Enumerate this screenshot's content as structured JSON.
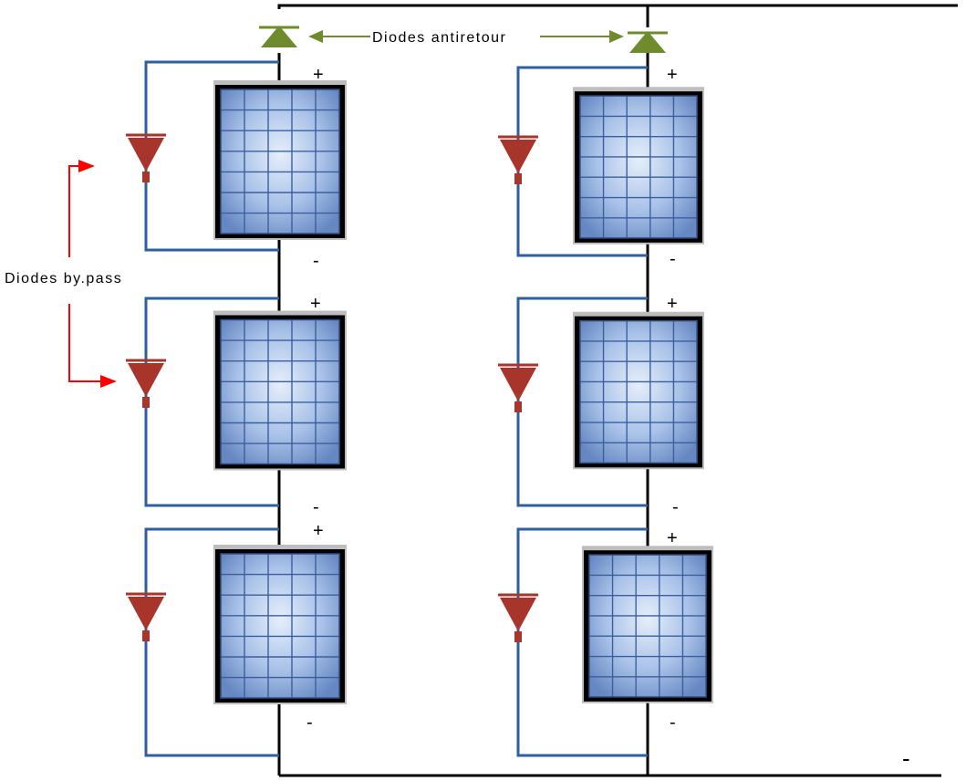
{
  "labels": {
    "antireturn": "Diodes antiretour",
    "bypass": "Diodes by.pass"
  },
  "symbols": {
    "plus": "+",
    "minus": "-"
  },
  "colors": {
    "bus_wire": "#000000",
    "bypass_wire": "#2f5f9e",
    "antireturn_diode": "#6e8b2e",
    "bypass_diode": "#a7352b",
    "arrow_red": "#ff0000",
    "panel_frame": "#000000",
    "panel_cell_center": "#d8e6f8",
    "panel_cell_edge": "#6f8fc8",
    "panel_grid": "#3b5f9e"
  },
  "strings": [
    {
      "name": "left-string",
      "panels": 3
    },
    {
      "name": "right-string",
      "panels": 3
    }
  ],
  "panel_cell_grid": {
    "columns": 5,
    "rows": 7
  }
}
